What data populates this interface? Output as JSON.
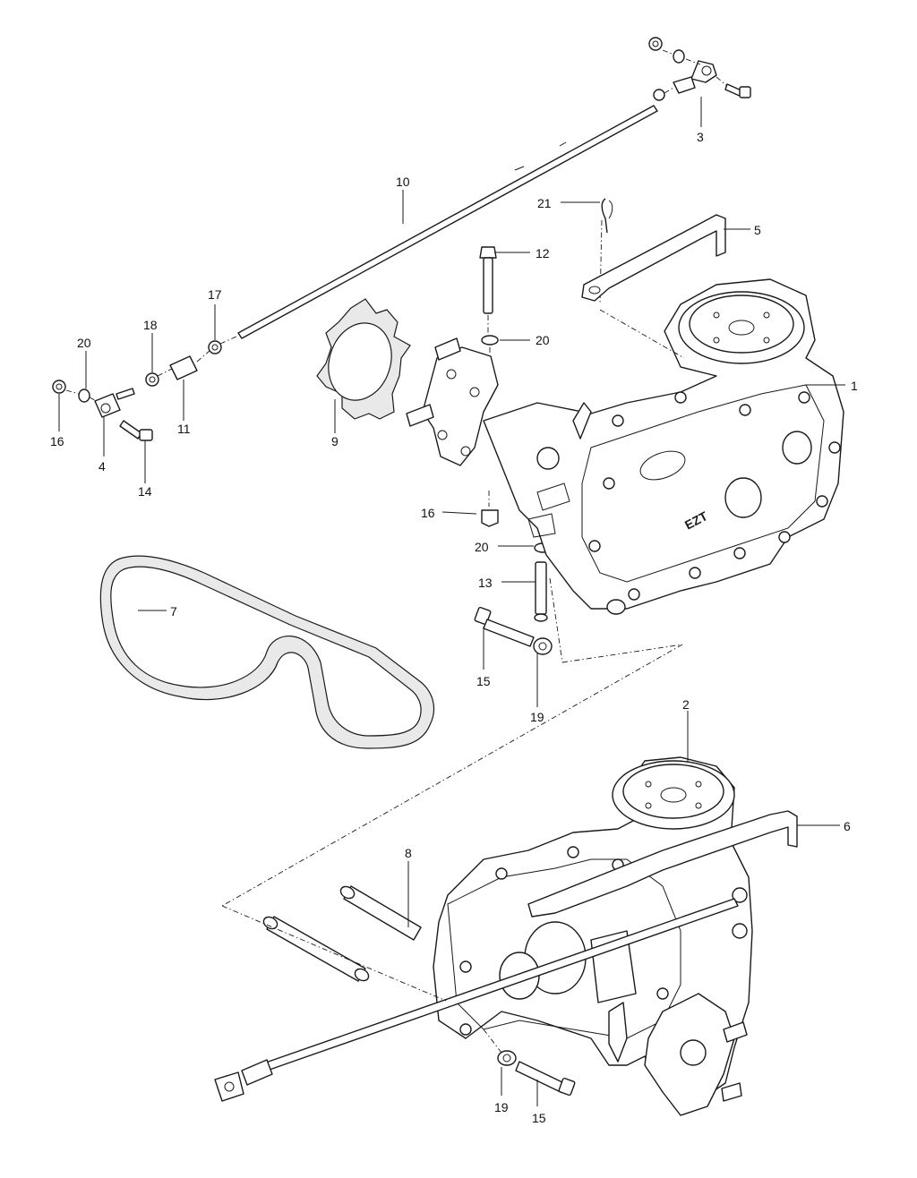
{
  "diagram": {
    "callouts": [
      {
        "id": "c1",
        "label": "1"
      },
      {
        "id": "c2",
        "label": "2"
      },
      {
        "id": "c3",
        "label": "3"
      },
      {
        "id": "c4",
        "label": "4"
      },
      {
        "id": "c5",
        "label": "5"
      },
      {
        "id": "c6",
        "label": "6"
      },
      {
        "id": "c7",
        "label": "7"
      },
      {
        "id": "c8",
        "label": "8"
      },
      {
        "id": "c9",
        "label": "9"
      },
      {
        "id": "c10",
        "label": "10"
      },
      {
        "id": "c11",
        "label": "11"
      },
      {
        "id": "c12",
        "label": "12"
      },
      {
        "id": "c13",
        "label": "13"
      },
      {
        "id": "c14",
        "label": "14"
      },
      {
        "id": "c15a",
        "label": "15"
      },
      {
        "id": "c15b",
        "label": "15"
      },
      {
        "id": "c16a",
        "label": "16"
      },
      {
        "id": "c16b",
        "label": "16"
      },
      {
        "id": "c17",
        "label": "17"
      },
      {
        "id": "c18",
        "label": "18"
      },
      {
        "id": "c19a",
        "label": "19"
      },
      {
        "id": "c19b",
        "label": "19"
      },
      {
        "id": "c20a",
        "label": "20"
      },
      {
        "id": "c20b",
        "label": "20"
      },
      {
        "id": "c20c",
        "label": "20"
      },
      {
        "id": "c21",
        "label": "21"
      }
    ],
    "transmission_marking": "EZT"
  }
}
